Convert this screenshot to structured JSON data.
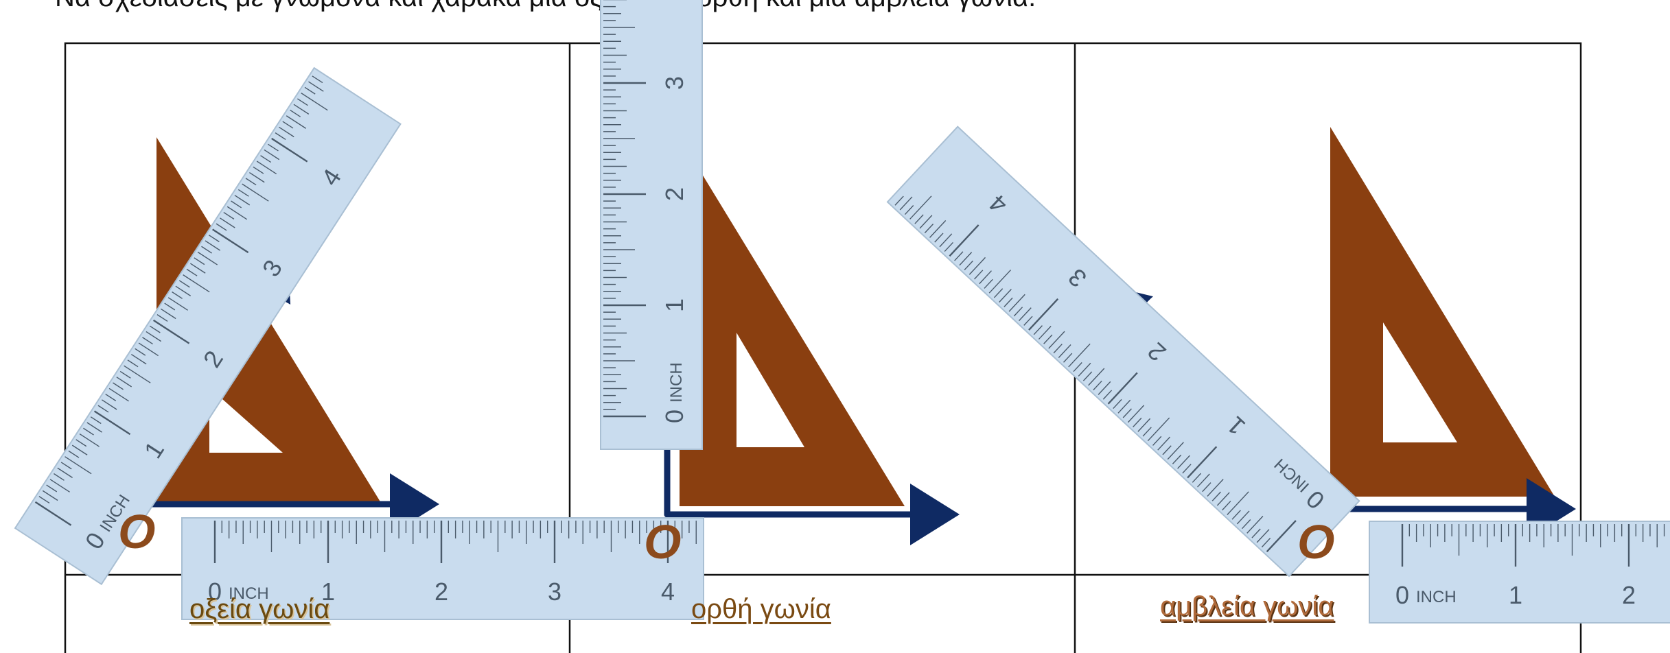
{
  "instruction": "Να σχεδιάσεις με γνώμονα και χάρακα μια οξεία, μια ορθή και μια αμβλεία γωνία.",
  "panels": [
    {
      "label": "οξεία γωνία",
      "vertex": "Ο"
    },
    {
      "label": "ορθή γωνία",
      "vertex": "Ο"
    },
    {
      "label": "αμβλεία γωνία",
      "vertex": "Ο"
    }
  ],
  "ruler": {
    "unit": "INCH",
    "numbers": [
      "0",
      "1",
      "2",
      "3",
      "4"
    ]
  },
  "colors": {
    "set_square": "#8a3f10",
    "arrow": "#0f2a63",
    "ruler_face": "#c9dcee",
    "ruler_ink": "#4a5a6a",
    "grid_line": "#111111"
  }
}
